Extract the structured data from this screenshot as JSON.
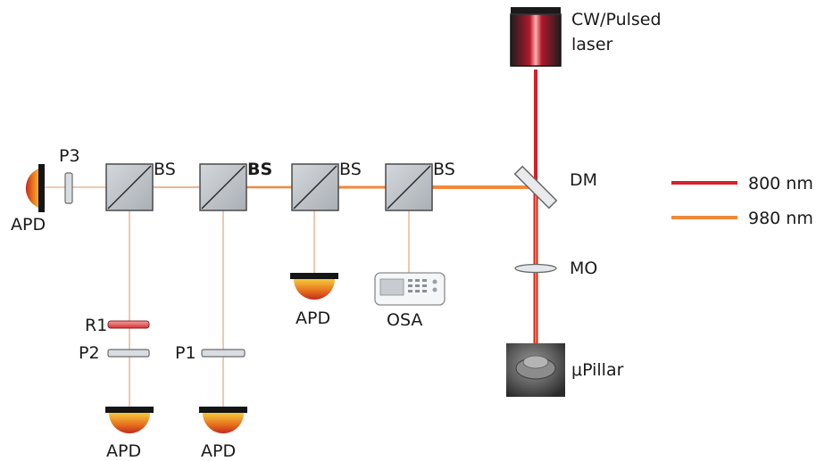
{
  "colors": {
    "beam_800": "#d6202a",
    "beam_980": "#f08a3a",
    "beam_980_weak": "#e8b896",
    "cube_fill": "#c3c8cd",
    "cube_edge": "#4a4a4a",
    "apd_cap": "#1a1a1a",
    "apd_dome_top": "#f5c23a",
    "apd_dome_bottom": "#c8281e",
    "laser_body": "#1e1e1e"
  },
  "laser": {
    "label_line1": "CW/Pulsed",
    "label_line2": "laser"
  },
  "mirror": {
    "label": "DM"
  },
  "objective": {
    "label": "MO"
  },
  "sample": {
    "label": "μPillar"
  },
  "spectrometer": {
    "label": "OSA"
  },
  "beamsplitters": [
    {
      "label": "BS"
    },
    {
      "label": "BS"
    },
    {
      "label": "BS"
    },
    {
      "label": "BS"
    }
  ],
  "detectors": {
    "left": "APD",
    "bottom_1": "APD",
    "bottom_2": "APD",
    "middle": "APD"
  },
  "optics": {
    "p3": "P3",
    "r1": "R1",
    "p2": "P2",
    "p1": "P1"
  },
  "legend": [
    {
      "label": "800 nm",
      "color": "#d6202a"
    },
    {
      "label": "980 nm",
      "color": "#f08a3a"
    }
  ]
}
